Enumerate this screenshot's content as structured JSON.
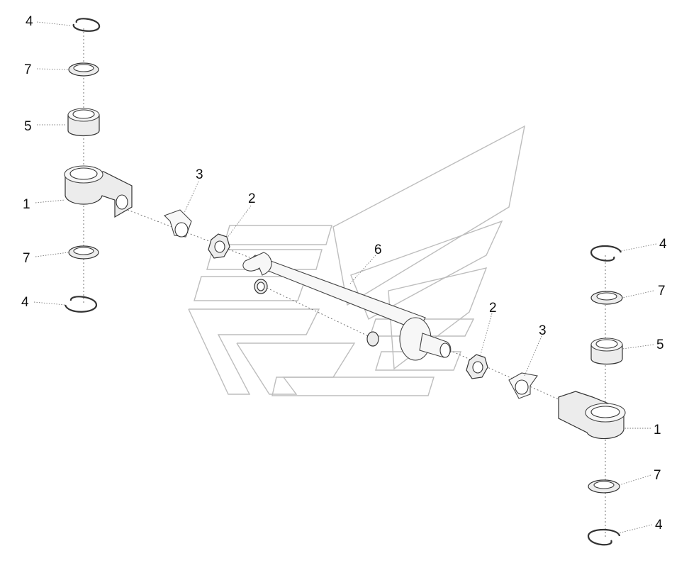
{
  "callouts": {
    "tl_4": "4",
    "tl_7": "7",
    "tl_5": "5",
    "tl_1": "1",
    "tl_7b": "7",
    "tl_4b": "4",
    "c_3": "3",
    "c_2": "2",
    "c_6": "6",
    "r_2": "2",
    "r_3": "3",
    "r_4": "4",
    "r_7": "7",
    "r_5": "5",
    "r_1": "1",
    "r_7b": "7",
    "r_4b": "4"
  },
  "colors": {
    "stroke": "#333333",
    "part_fill": "#ececec",
    "watermark": "#bdbdbd"
  }
}
